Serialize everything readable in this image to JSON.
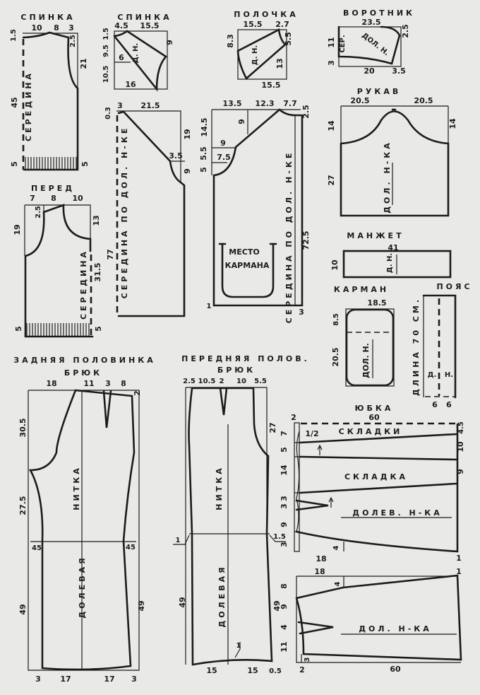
{
  "back": {
    "title": "СПИНКА",
    "dims": [
      "10",
      "8",
      "3",
      "1.5",
      "2.5",
      "21",
      "45",
      "5",
      "5"
    ],
    "center": "СЕРЕДИНА"
  },
  "back_yoke": {
    "title": "СПИНКА",
    "dims": [
      "4.5",
      "15.5",
      "1.5",
      "9.5",
      "10.5",
      "6",
      "16",
      "9"
    ],
    "grain": "Д. Н."
  },
  "back_main": {
    "dims": [
      "0.3",
      "3",
      "21.5",
      "19",
      "3.5",
      "9",
      "77"
    ],
    "center": "СЕРЕДИНА ПО ДОЛ. Н-КЕ"
  },
  "front_knit": {
    "title": "ПЕРЕД",
    "dims": [
      "7",
      "8",
      "10",
      "2.5",
      "19",
      "13",
      "31.5",
      "5",
      "5"
    ],
    "center": "СЕРЕДИНА"
  },
  "front_yoke": {
    "title": "ПОЛОЧКА",
    "dims": [
      "15.5",
      "2.7",
      "8.3",
      "5.5",
      "13",
      "15.5"
    ],
    "grain": "Д. Н."
  },
  "front_main": {
    "dims": [
      "13.5",
      "12.3",
      "7.7",
      "2.5",
      "14.5",
      "9",
      "9",
      "7.5",
      "5",
      "5.5",
      "72.5",
      "3",
      "1"
    ],
    "pocket": [
      "МЕСТО",
      "КАРМАНА"
    ],
    "center": "СЕРЕДИНА ПО ДОЛ. Н-КЕ"
  },
  "collar": {
    "title": "ВОРОТНИК",
    "dims": [
      "23.5",
      "2.5",
      "11",
      "3",
      "20",
      "3.5"
    ],
    "center": "СЕР.",
    "grain": "ДОЛ. Н."
  },
  "sleeve": {
    "title": "РУКАВ",
    "dims": [
      "20.5",
      "20.5",
      "14",
      "14",
      "27"
    ],
    "grain": "ДОЛ. Н-КА"
  },
  "cuff": {
    "title": "МАНЖЕТ",
    "dims": [
      "41",
      "10"
    ],
    "grain": "Д. Н."
  },
  "pocket": {
    "title": "КАРМАН",
    "dims": [
      "18.5",
      "8.5",
      "20.5"
    ],
    "grain": "ДОЛ. Н."
  },
  "belt": {
    "title": "ПОЯС",
    "length": "ДЛИНА 70 СМ.",
    "grain": [
      "Д.",
      "Н."
    ],
    "dims": [
      "6",
      "6"
    ]
  },
  "trousers_back": {
    "title": "ЗАДНЯЯ ПОЛОВИНКА",
    "subtitle": "БРЮК",
    "dims": [
      "18",
      "11",
      "3",
      "8",
      "2",
      "30.5",
      "27.5",
      "45",
      "45",
      "49",
      "49",
      "3",
      "17",
      "17",
      "3"
    ],
    "thread": "НИТКА",
    "grain": "ДОЛЕВАЯ"
  },
  "trousers_front": {
    "title": "ПЕРЕДНЯЯ ПОЛОВ.",
    "subtitle": "БРЮК",
    "dims": [
      "2.5",
      "10.5",
      "2",
      "10",
      "5.5",
      "27",
      "1",
      "1.5",
      "49",
      "49",
      "15",
      "15",
      "0.5",
      "1"
    ],
    "thread": "НИТКА",
    "grain": "ДОЛЕВАЯ"
  },
  "skirt": {
    "title": "ЮБКА",
    "top": {
      "dims": [
        "2",
        "60",
        "4.5",
        "1/2",
        "7",
        "5",
        "14",
        "3",
        "3",
        "9",
        "3",
        "10",
        "9",
        "4",
        "18",
        "1"
      ],
      "pleats": "СКЛАДКИ",
      "pleat": "СКЛАДКА",
      "grain": "ДОЛЕВ. Н-КА"
    },
    "bottom": {
      "dims": [
        "18",
        "1",
        "8",
        "9",
        "4",
        "11",
        "2",
        "60",
        "3",
        "4"
      ],
      "grain": "ДОЛ. Н-КА"
    }
  }
}
